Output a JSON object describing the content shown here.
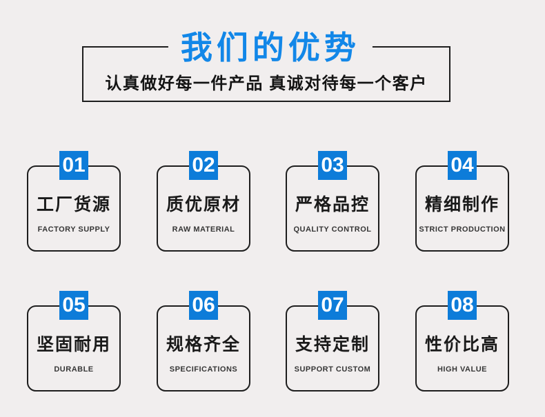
{
  "page": {
    "background_color": "#f1eeee",
    "border_color": "#1d1d1d"
  },
  "header": {
    "title": "我们的优势",
    "title_color": "#1287e8",
    "subtitle": "认真做好每一件产品 真诚对待每一个客户"
  },
  "advantages": {
    "badge_color": "#0d7cd9",
    "items": [
      {
        "number": "01",
        "title": "工厂货源",
        "subtitle": "FACTORY SUPPLY"
      },
      {
        "number": "02",
        "title": "质优原材",
        "subtitle": "RAW MATERIAL"
      },
      {
        "number": "03",
        "title": "严格品控",
        "subtitle": "QUALITY CONTROL"
      },
      {
        "number": "04",
        "title": "精细制作",
        "subtitle": "STRICT PRODUCTION"
      },
      {
        "number": "05",
        "title": "坚固耐用",
        "subtitle": "DURABLE"
      },
      {
        "number": "06",
        "title": "规格齐全",
        "subtitle": "SPECIFICATIONS"
      },
      {
        "number": "07",
        "title": "支持定制",
        "subtitle": "SUPPORT CUSTOM"
      },
      {
        "number": "08",
        "title": "性价比高",
        "subtitle": "HIGH VALUE"
      }
    ]
  }
}
